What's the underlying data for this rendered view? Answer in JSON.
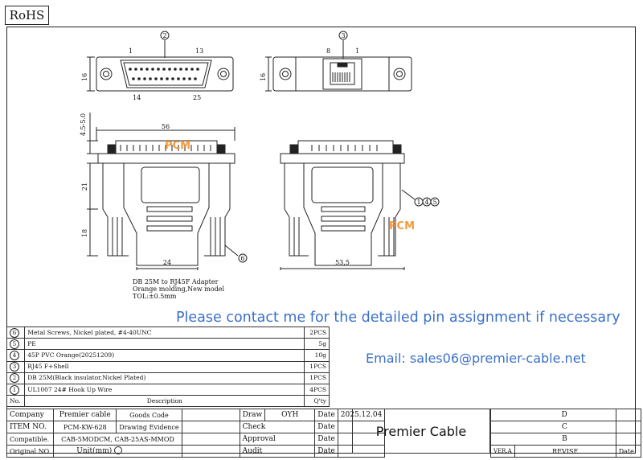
{
  "rohs_label": "RoHS",
  "balloons": {
    "b2": "2",
    "b3": "3",
    "b6": "6",
    "b1": "1",
    "b4": "4",
    "b5": "5"
  },
  "pin_labels": {
    "db_1": "1",
    "db_13": "13",
    "db_14": "14",
    "db_25": "25",
    "rj_8": "8",
    "rj_1": "1"
  },
  "dimensions": {
    "height_16_left": "16",
    "height_16_right": "16",
    "width_56": "56",
    "flange_45_50": "4.5-5.0",
    "height_21": "21",
    "height_18": "18",
    "width_24": "24",
    "width_535": "53,5"
  },
  "watermark": "PCM",
  "notes": [
    "DB 25M to RJ45F Adapter",
    "Orange molding,New model",
    "TOL:±0.5mm"
  ],
  "contact_message": "Please contact me for the detailed pin assignment if necessary",
  "email": "Email: sales06@premier-cable.net",
  "bom": {
    "rows": [
      {
        "no": "6",
        "description": "Metal Screws, Nickel plated, #4-40UNC",
        "qty": "2PCS"
      },
      {
        "no": "5",
        "description": "PE",
        "qty": "5g"
      },
      {
        "no": "4",
        "description": "45P PVC Orange(20251209)",
        "qty": "10g"
      },
      {
        "no": "3",
        "description": "RJ45 F+Shell",
        "qty": "1PCS"
      },
      {
        "no": "2",
        "description": "DB 25M(Black insulator,Nickel Plated)",
        "qty": "1PCS"
      },
      {
        "no": "1",
        "description": "UL1007 24# Hook Up Wire",
        "qty": "4PCS"
      }
    ],
    "header_no": "No.",
    "header_desc": "Description",
    "header_qty": "Q'ty"
  },
  "title_block": {
    "company_label": "Company",
    "company_value": "Premier cable",
    "goods_code": "Goods Code",
    "item_label": "ITEM NO.",
    "item_value": "PCM-KW-628",
    "drawing_evidence": "Drawing Evidence",
    "compat_label": "Compatible.",
    "compat_value": "CAB-5MODCM, CAB-25AS-MMOD",
    "original_label": "Original NO.",
    "unit_label": "Unit(mm)",
    "draw_label": "Draw",
    "draw_value": "OYH",
    "date_label": "Date",
    "date_value": "2025.12.04",
    "check_label": "Check",
    "approval_label": "Approval",
    "audit_label": "Audit"
  },
  "company_name": "Premier Cable",
  "revision": {
    "rows": [
      "D",
      "C",
      "B"
    ],
    "ver_label": "VER.A",
    "revise_label": "REVISE",
    "date_label": "Date"
  }
}
